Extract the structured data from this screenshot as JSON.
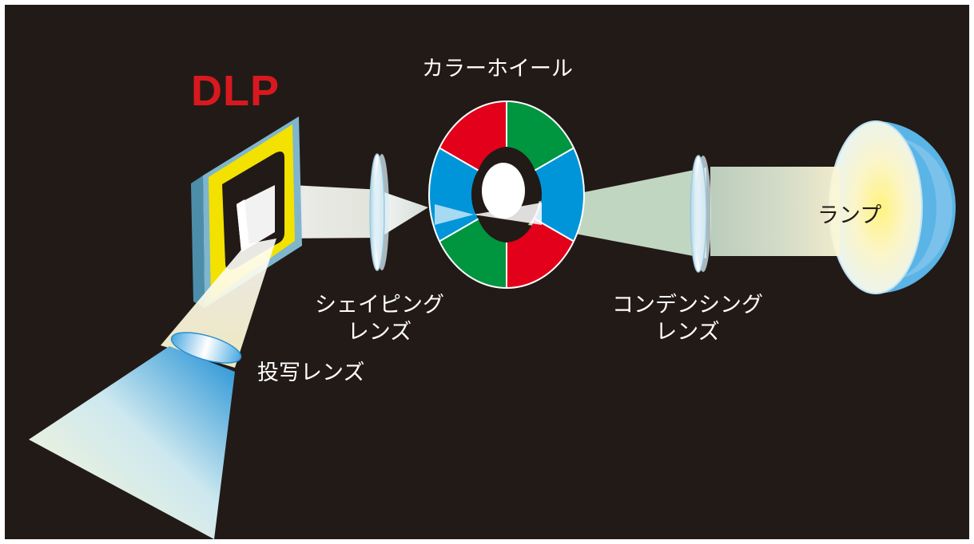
{
  "title": "DLP",
  "labels": {
    "color_wheel": "カラーホイール",
    "shaping_lens": [
      "シェイピング",
      "レンズ"
    ],
    "condensing_lens": [
      "コンデンシング",
      "レンズ"
    ],
    "lamp": "ランプ",
    "projection_lens": "投写レンズ"
  },
  "colors": {
    "background": "#221a17",
    "title": "#d7191f",
    "wheel_red": "#e3001b",
    "wheel_green": "#00953f",
    "wheel_blue": "#0095d9",
    "chip_frame": "#f3e100",
    "lamp_dome": "#5ab4e5"
  },
  "color_wheel_segments": [
    "green",
    "blue",
    "red",
    "green",
    "blue",
    "red"
  ]
}
